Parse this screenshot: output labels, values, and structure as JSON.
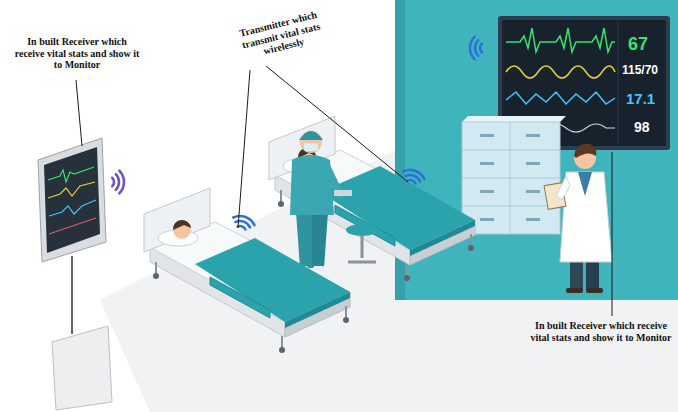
{
  "diagram": {
    "labels": [
      "In built Receiver which receive vital stats and show it to Monitor",
      "Transmitter which transmit vital stats wirelessly",
      "67",
      "115/70",
      "17.1",
      "98",
      "In built Receiver which receive vital stats and show it to Monitor"
    ]
  }
}
